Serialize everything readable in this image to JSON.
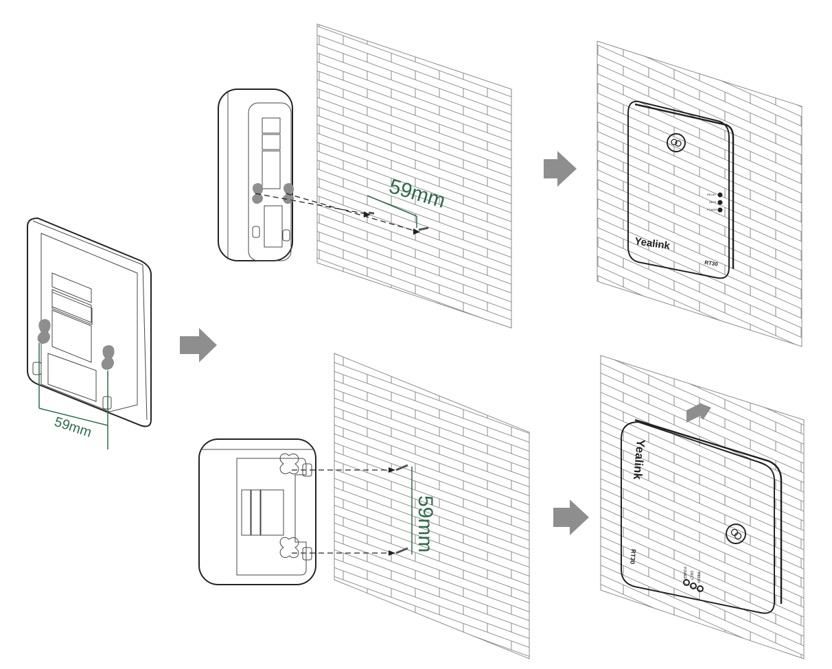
{
  "diagram": {
    "dimension_label": "59mm",
    "brand": "Yealink",
    "model": "RT30",
    "led_labels": [
      "RELAY",
      "DECT",
      "POWER"
    ],
    "colors": {
      "dimension": "#2f6b4a",
      "arrow": "#8e8e8e",
      "outline": "#222222",
      "brick": "#8a8a8a"
    }
  }
}
